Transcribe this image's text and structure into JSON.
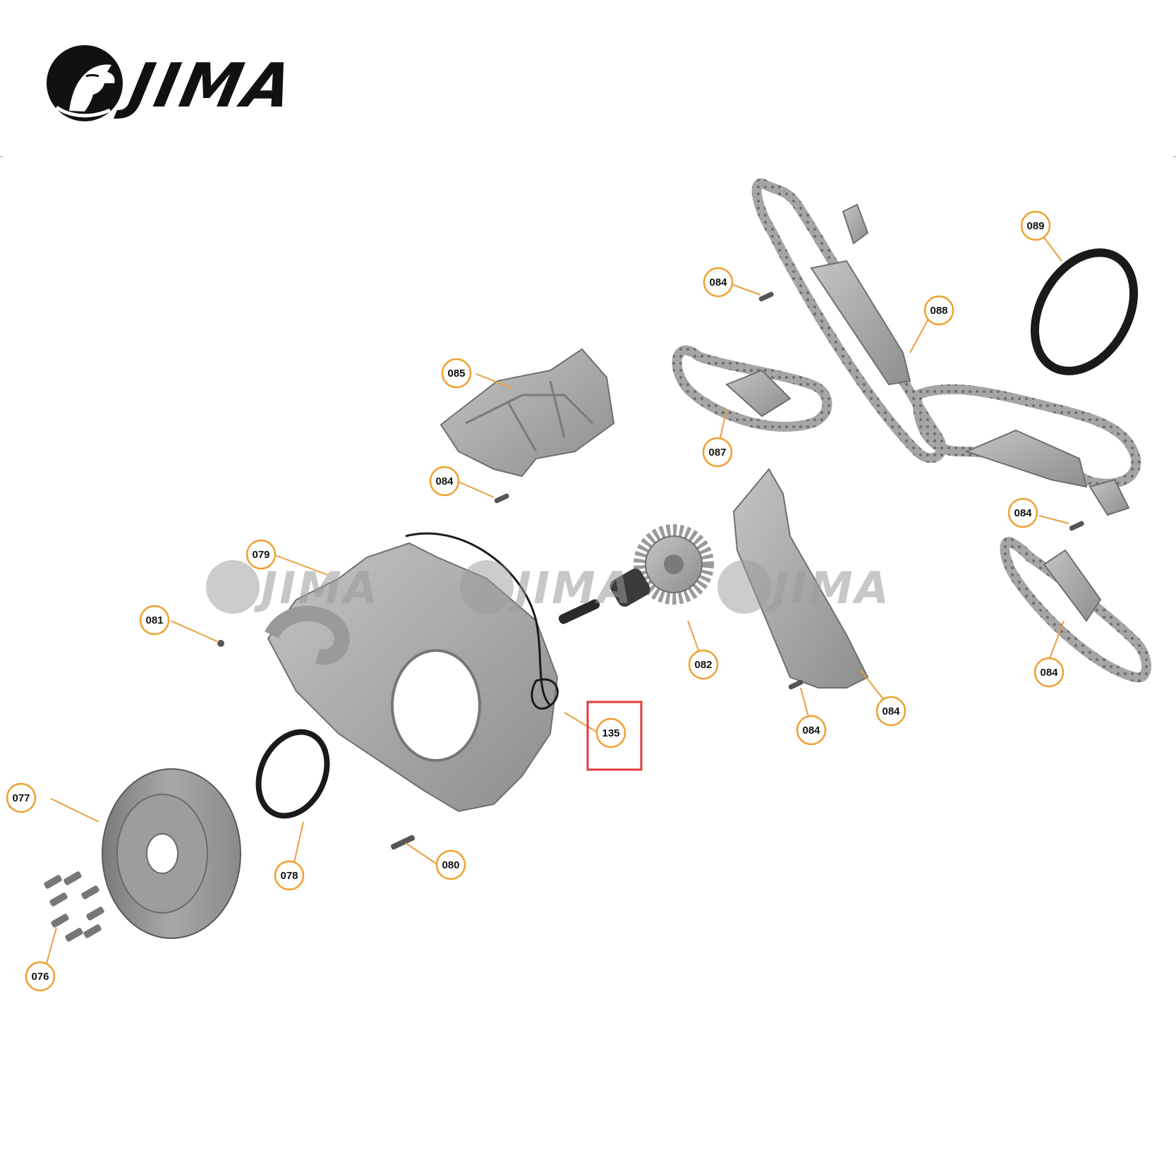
{
  "brand": {
    "name": "JIMA",
    "icon": "horse-head-logo-icon"
  },
  "watermark": {
    "text": "JIMA",
    "icon": "horse-head-logo-icon"
  },
  "highlight": {
    "part": "135",
    "color": "#e33b3b"
  },
  "colors": {
    "callout_ring": "#f0a030",
    "part_fill": "#a9a9a9",
    "part_edge": "#6f6f6f",
    "seal": "#1a1a1a"
  },
  "callouts": [
    {
      "id": "c076",
      "label": "076"
    },
    {
      "id": "c077",
      "label": "077"
    },
    {
      "id": "c078",
      "label": "078"
    },
    {
      "id": "c079",
      "label": "079"
    },
    {
      "id": "c080",
      "label": "080"
    },
    {
      "id": "c081",
      "label": "081"
    },
    {
      "id": "c082",
      "label": "082"
    },
    {
      "id": "c084a",
      "label": "084"
    },
    {
      "id": "c084b",
      "label": "084"
    },
    {
      "id": "c084c",
      "label": "084"
    },
    {
      "id": "c084d",
      "label": "084"
    },
    {
      "id": "c084e",
      "label": "084"
    },
    {
      "id": "c084f",
      "label": "084"
    },
    {
      "id": "c085",
      "label": "085"
    },
    {
      "id": "c087",
      "label": "087"
    },
    {
      "id": "c088",
      "label": "088"
    },
    {
      "id": "c089",
      "label": "089"
    },
    {
      "id": "c135",
      "label": "135"
    }
  ]
}
